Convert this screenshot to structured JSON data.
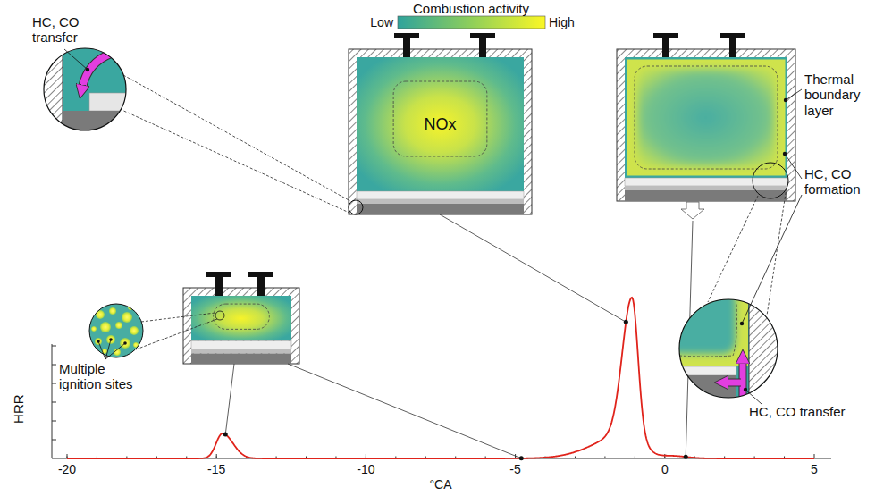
{
  "diagram": {
    "nodes": [
      {
        "text": [
          "NOx"
        ]
      }
    ],
    "labels": [
      "Combustion activity",
      "Low",
      "High",
      "HC, CO transfer",
      "Thermal boundary layer",
      "HC, CO formation",
      "HC, CO transfer",
      "Multiple ignition sites",
      "HRR",
      "-20",
      "-15",
      "-10",
      "-5",
      "0",
      "5",
      "°CA"
    ]
  }
}
